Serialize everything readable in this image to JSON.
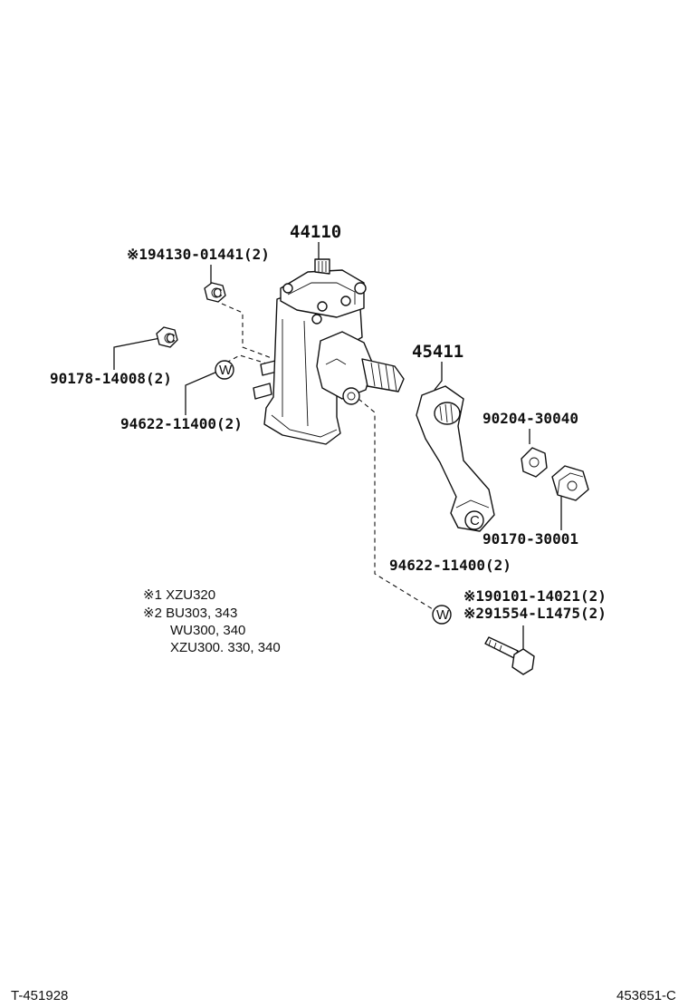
{
  "callouts": {
    "gear_housing": "44110",
    "bracket_part": "※194130-01441(2)",
    "nut_left": "90178-14008(2)",
    "washer_left": "94622-11400(2)",
    "pitman_arm": "45411",
    "washer_right": "90204-30040",
    "nut_right": "90170-30001",
    "washer_lower": "94622-11400(2)",
    "bolt_a": "※190101-14021(2)",
    "bolt_b": "※291554-L1475(2)"
  },
  "glyphs": {
    "nut_letter": "C",
    "washer_letter": "W"
  },
  "notes": {
    "line1": "※1 XZU320",
    "line2": "※2 BU303, 343",
    "line3": "WU300, 340",
    "line4": "XZU300. 330, 340"
  },
  "footer": {
    "left": "T-451928",
    "right": "453651-C"
  }
}
